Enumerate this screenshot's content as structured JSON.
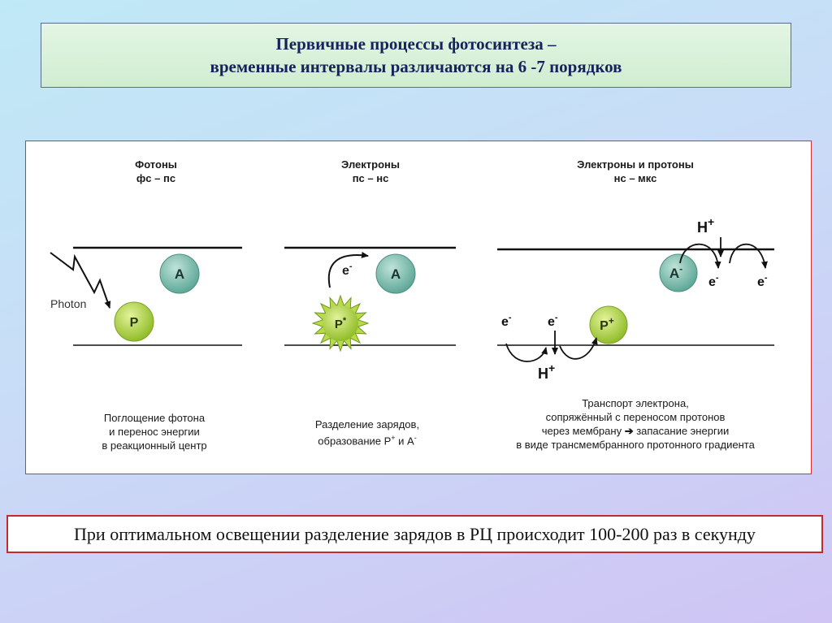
{
  "header": {
    "line1": "Первичные процессы фотосинтеза –",
    "line2": "временные интервалы различаются на 6 -7 порядков"
  },
  "stage1": {
    "title": "Фотоны",
    "time": "фс – пс",
    "photon_label": "Photon",
    "acceptor_label": "A",
    "donor_label": "P",
    "caption": [
      "Поглощение фотона",
      "и перенос энергии",
      "в реакционный центр"
    ]
  },
  "stage2": {
    "title": "Электроны",
    "time": "пс – нс",
    "electron_label": "e",
    "electron_sup": "-",
    "acceptor_label": "A",
    "donor_label": "P",
    "donor_sup": "*",
    "caption_line1": "Разделение зарядов,",
    "caption_line2_prefix": "образование Р",
    "caption_plus": "+",
    "caption_and": " и А",
    "caption_minus": "-"
  },
  "stage3": {
    "title": "Электроны и протоны",
    "time": "нс – мкс",
    "acceptor_label": "A",
    "acceptor_sup": "-",
    "donor_label": "P",
    "donor_sup": "+",
    "proton_label": "H",
    "proton_sup": "+",
    "electron_label": "e",
    "electron_sup": "-",
    "caption_line1": "Транспорт электрона,",
    "caption_line2": "сопряжённый с переносом протонов",
    "caption_line3_a": "через мембрану ",
    "caption_arrow": "➔",
    "caption_line3_b": " запасание энергии",
    "caption_line4": "в виде трансмембранного протонного градиента"
  },
  "footer": {
    "text": "При оптимальном освещении разделение зарядов в РЦ происходит 100-200 раз в секунду"
  },
  "colors": {
    "acceptor_fill": "#7fc2b4",
    "donor_fill": "#b7d94a",
    "panel_border": "#d9303a",
    "title_text": "#15225c"
  }
}
